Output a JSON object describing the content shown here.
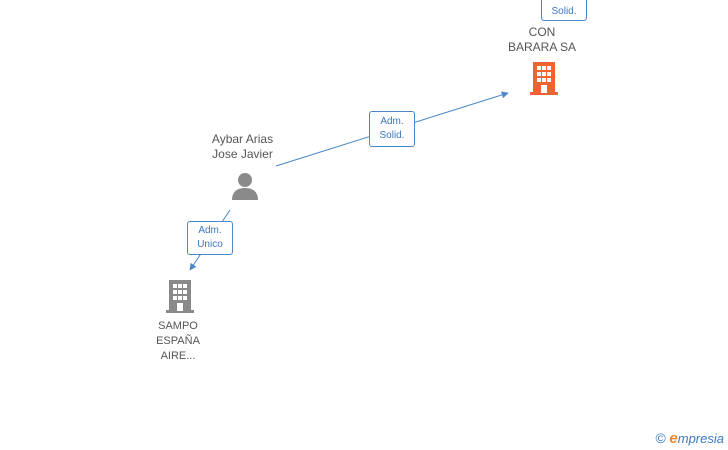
{
  "nodes": {
    "con_barara": {
      "name_line1": "CON",
      "name_line2": "BARARA SA",
      "color": "#f0622f"
    },
    "aybar": {
      "name_line1": "Aybar Arias",
      "name_line2": "Jose Javier",
      "color": "#8a8a8a"
    },
    "sampo": {
      "name_line1": "SAMPO",
      "name_line2": "ESPAÑA",
      "name_line3": "AIRE...",
      "color": "#8a8a8a"
    }
  },
  "edges": {
    "top_partial": {
      "line2": "Solid."
    },
    "aybar_to_con": {
      "line1": "Adm.",
      "line2": "Solid."
    },
    "aybar_to_sampo": {
      "line1": "Adm.",
      "line2": "Unico"
    }
  },
  "colors": {
    "edge": "#4a86c8"
  },
  "footer": {
    "copyright": "©",
    "brand_initial": "e",
    "brand_rest": "mpresia"
  }
}
